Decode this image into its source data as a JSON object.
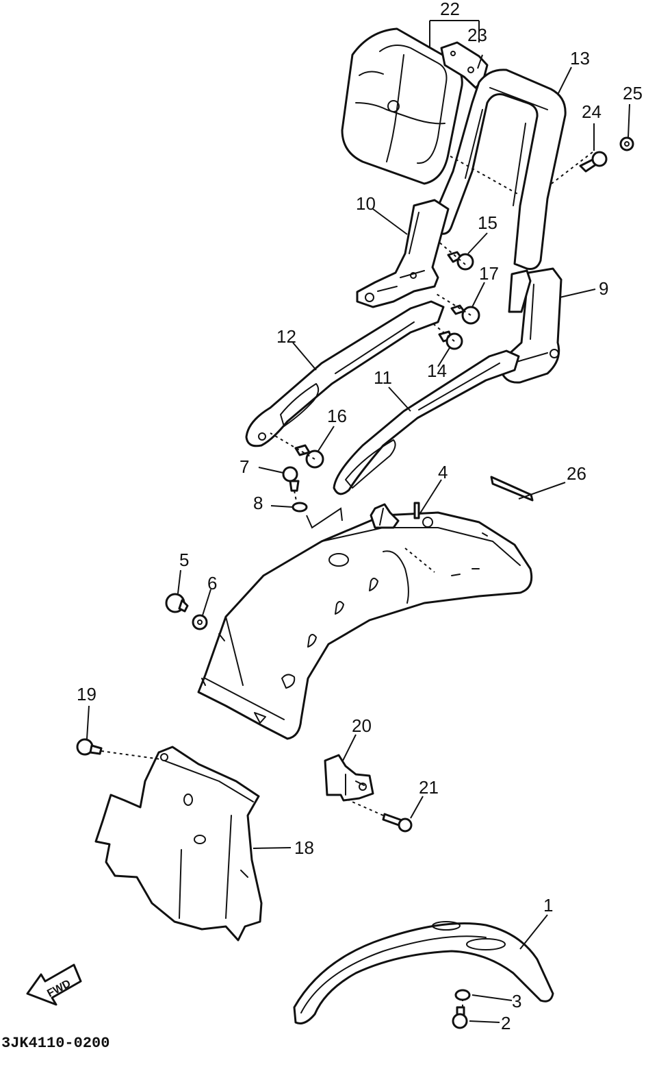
{
  "diagram_code": "3JK4110-0200",
  "fwd_label": "FWD",
  "callouts": {
    "c1": "1",
    "c2": "2",
    "c3": "3",
    "c4": "4",
    "c5": "5",
    "c6": "6",
    "c7": "7",
    "c8": "8",
    "c9": "9",
    "c10": "10",
    "c11": "11",
    "c12": "12",
    "c13": "13",
    "c14": "14",
    "c15": "15",
    "c16": "16",
    "c17": "17",
    "c18": "18",
    "c19": "19",
    "c20": "20",
    "c21": "21",
    "c22": "22",
    "c23": "23",
    "c24": "24",
    "c25": "25",
    "c26": "26"
  }
}
